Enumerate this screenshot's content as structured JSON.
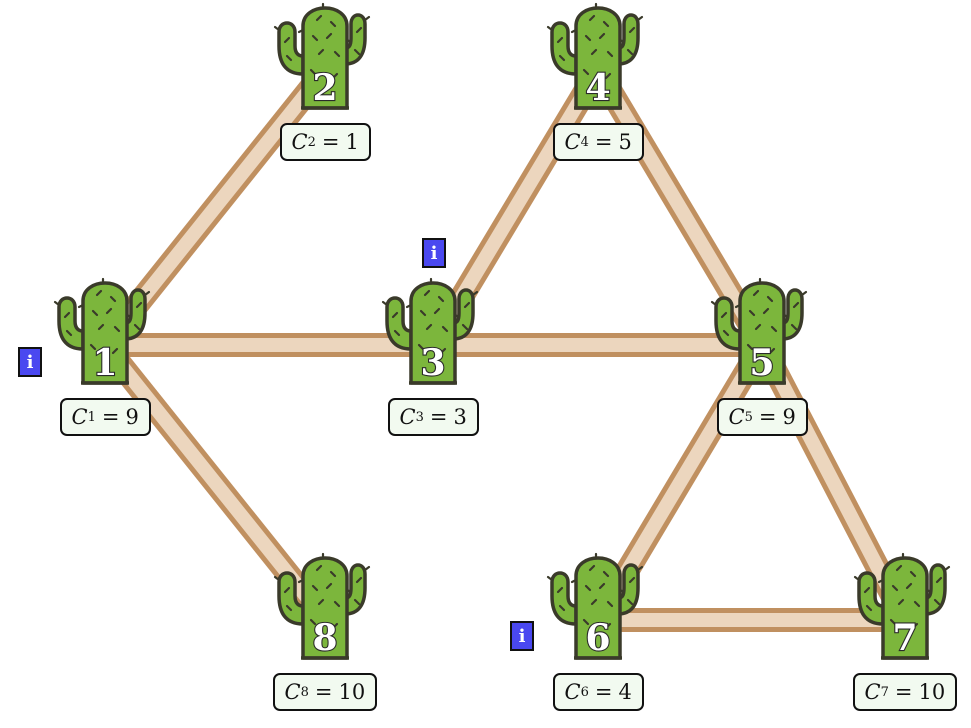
{
  "graph": {
    "nodes": [
      {
        "id": "1",
        "label": "1",
        "cost_var": "C",
        "cost_sub": "1",
        "cost_value": "9"
      },
      {
        "id": "2",
        "label": "2",
        "cost_var": "C",
        "cost_sub": "2",
        "cost_value": "1"
      },
      {
        "id": "3",
        "label": "3",
        "cost_var": "C",
        "cost_sub": "3",
        "cost_value": "3"
      },
      {
        "id": "4",
        "label": "4",
        "cost_var": "C",
        "cost_sub": "4",
        "cost_value": "5"
      },
      {
        "id": "5",
        "label": "5",
        "cost_var": "C",
        "cost_sub": "5",
        "cost_value": "9"
      },
      {
        "id": "6",
        "label": "6",
        "cost_var": "C",
        "cost_sub": "6",
        "cost_value": "4"
      },
      {
        "id": "7",
        "label": "7",
        "cost_var": "C",
        "cost_sub": "7",
        "cost_value": "10"
      },
      {
        "id": "8",
        "label": "8",
        "cost_var": "C",
        "cost_sub": "8",
        "cost_value": "10"
      }
    ],
    "edges": [
      [
        "1",
        "2"
      ],
      [
        "1",
        "3"
      ],
      [
        "1",
        "8"
      ],
      [
        "3",
        "4"
      ],
      [
        "3",
        "5"
      ],
      [
        "4",
        "5"
      ],
      [
        "5",
        "6"
      ],
      [
        "5",
        "7"
      ],
      [
        "6",
        "7"
      ]
    ],
    "info_badges": [
      {
        "node": "1",
        "symbol": "i"
      },
      {
        "node": "3",
        "symbol": "i"
      },
      {
        "node": "6",
        "symbol": "i"
      }
    ]
  },
  "colors": {
    "edge_outer": "#c09060",
    "edge_inner": "#ecd6be",
    "cactus_fill": "#7cb63c",
    "cactus_outline": "#3a3a2a",
    "label_bg": "#f2faf0",
    "badge_bg": "#4a48f0"
  },
  "icons": {
    "node": "cactus-icon",
    "badge": "info-icon"
  }
}
